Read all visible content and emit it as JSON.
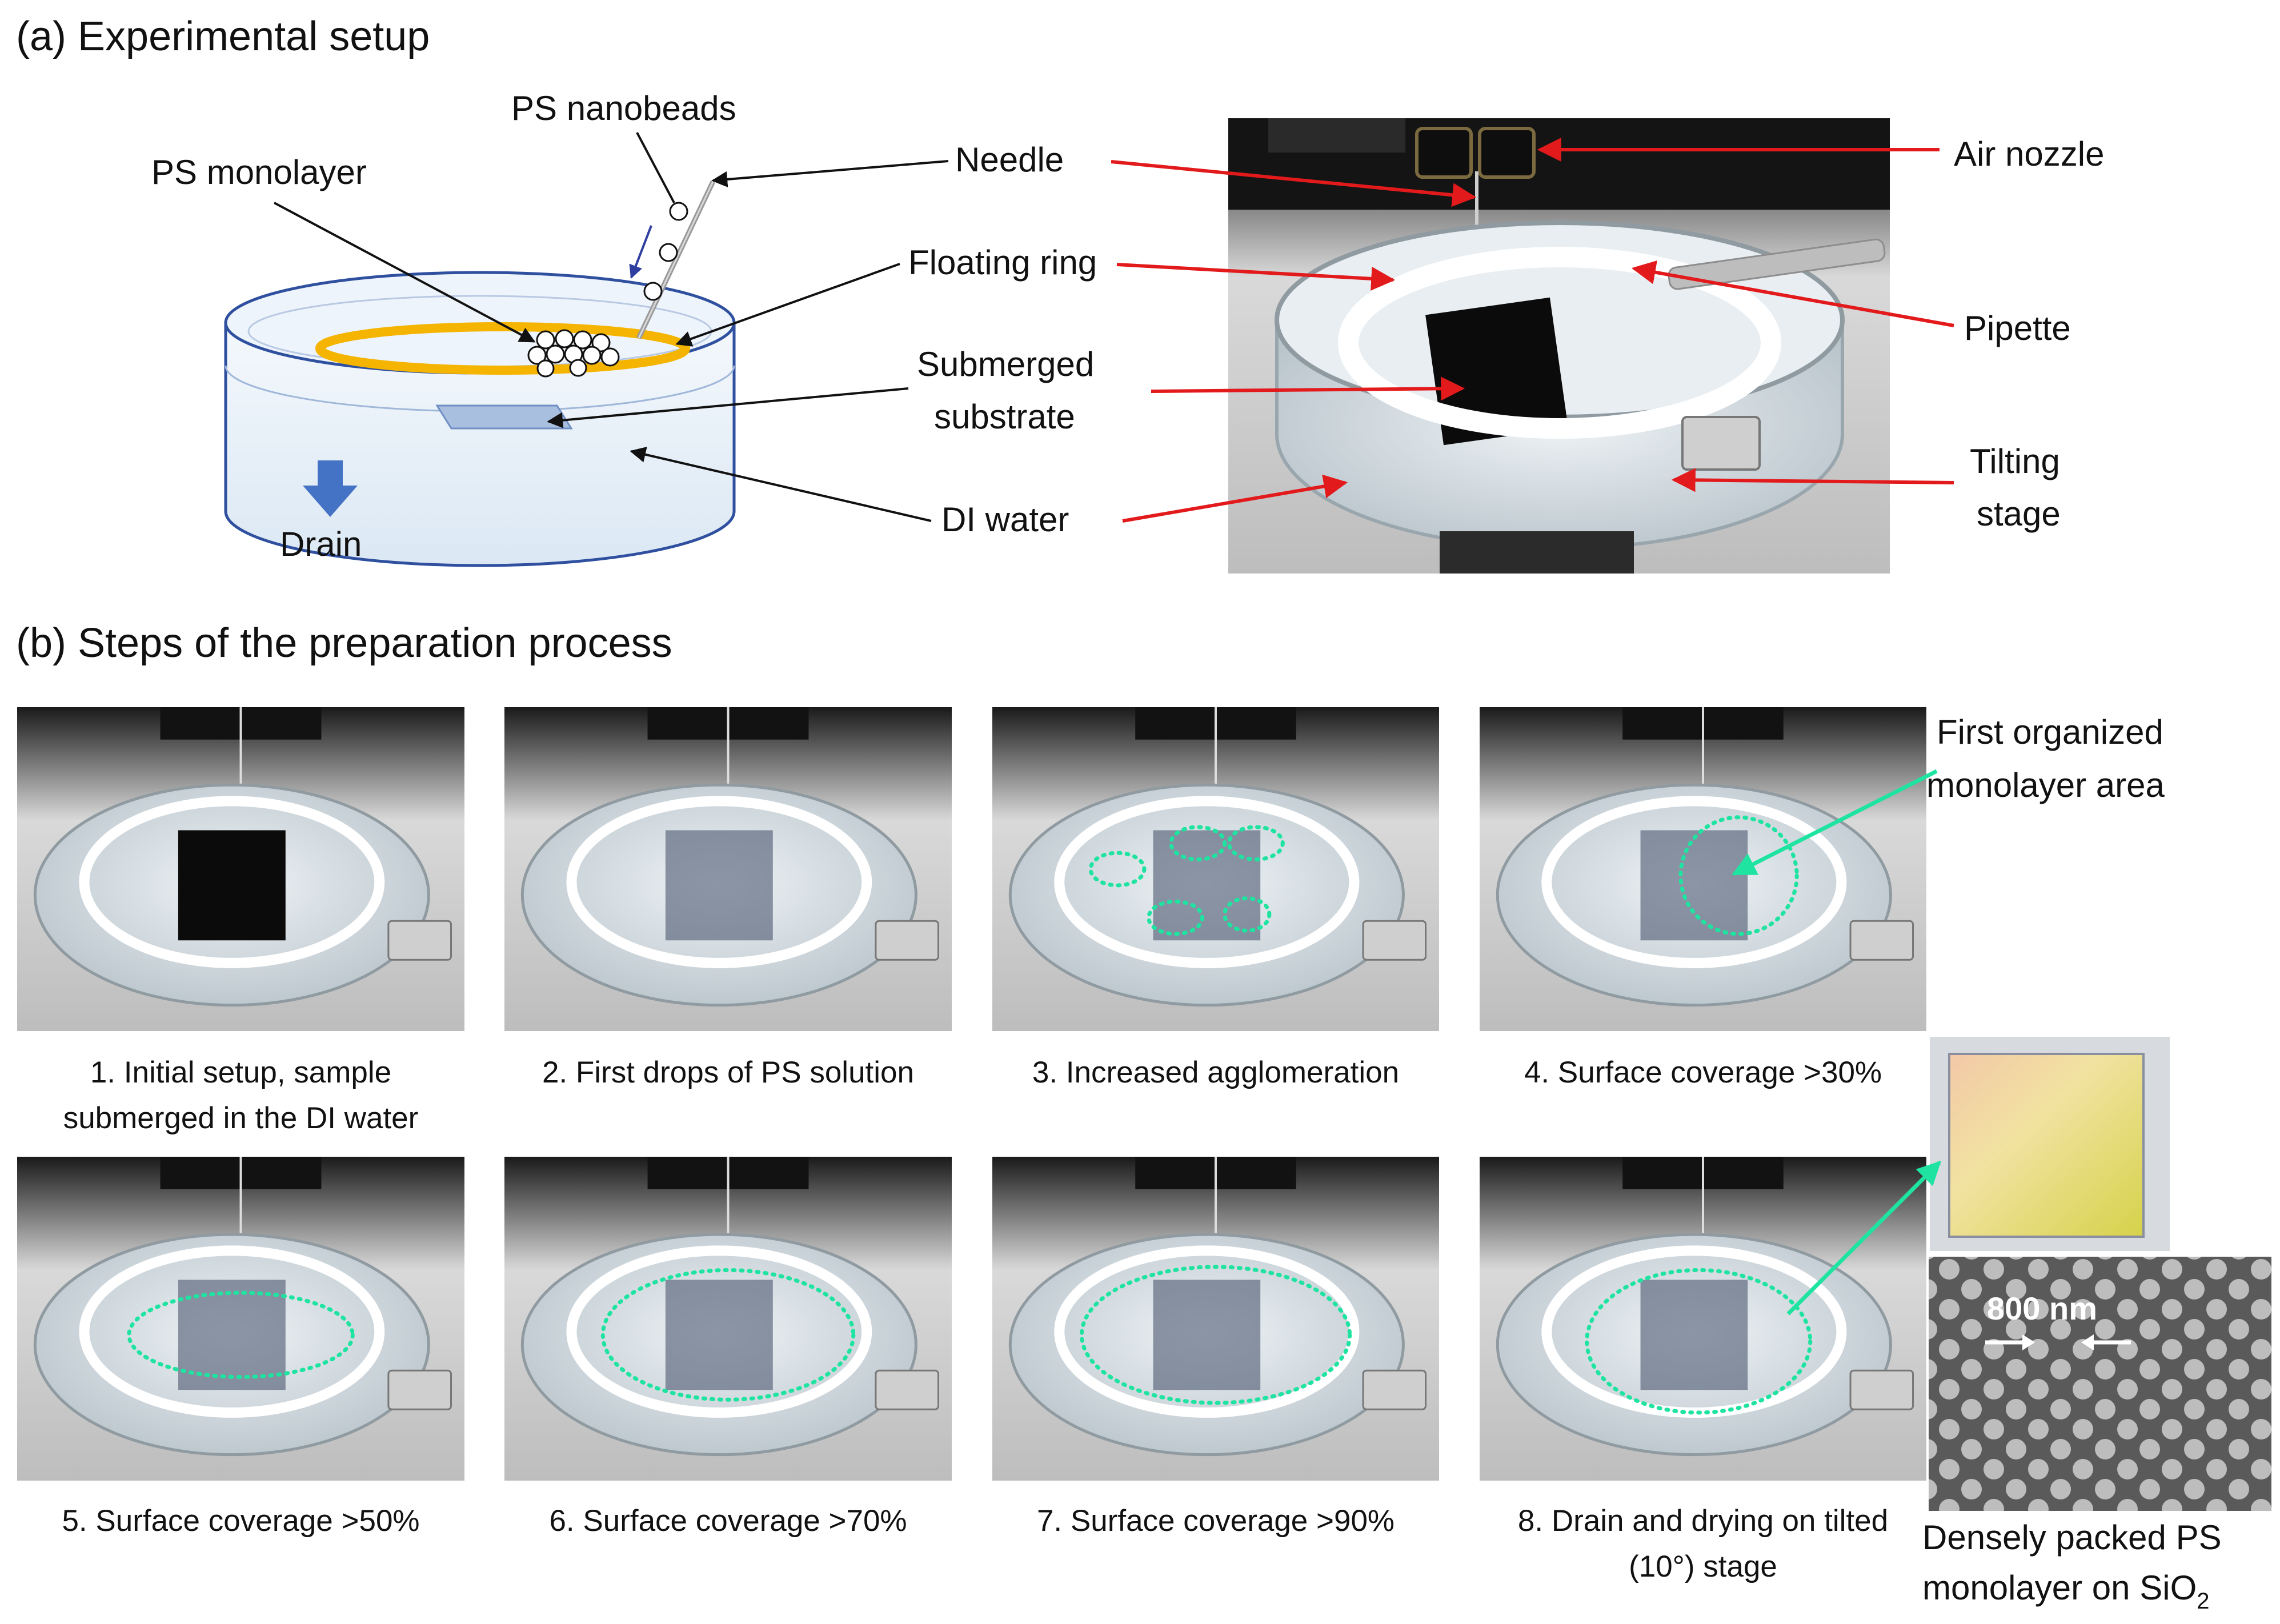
{
  "panel_a": {
    "title": "(a) Experimental setup",
    "schematic": {
      "ps_nanobeads": "PS nanobeads",
      "ps_monolayer": "PS monolayer",
      "drain": "Drain"
    },
    "labels": {
      "needle": "Needle",
      "floating_ring": "Floating ring",
      "submerged_1": "Submerged",
      "submerged_2": "substrate",
      "di_water": "DI water",
      "air_nozzle": "Air nozzle",
      "pipette": "Pipette",
      "tilting_1": "Tilting",
      "tilting_2": "stage"
    }
  },
  "panel_b": {
    "title": "(b) Steps of the preparation process",
    "steps": [
      {
        "line1": "1. Initial setup, sample",
        "line2": "submerged in the DI water"
      },
      {
        "line1": "2. First drops of PS solution",
        "line2": ""
      },
      {
        "line1": "3. Increased agglomeration",
        "line2": ""
      },
      {
        "line1": "4. Surface coverage >30%",
        "line2": ""
      },
      {
        "line1": "5. Surface coverage >50%",
        "line2": ""
      },
      {
        "line1": "6. Surface coverage >70%",
        "line2": ""
      },
      {
        "line1": "7. Surface coverage >90%",
        "line2": ""
      },
      {
        "line1": "8. Drain and drying on tilted",
        "line2": "(10°) stage"
      }
    ],
    "first_area_1": "First organized",
    "first_area_2": "monolayer area",
    "sem_scale": "800 nm",
    "result_1": "Densely packed PS",
    "result_2_main": "monolayer on SiO",
    "result_2_sub": "2"
  },
  "colors": {
    "red_arrow": "#e31a1c",
    "black_arrow": "#111111",
    "green_highlight": "#1fe3a0",
    "ring_orange": "#f4b400",
    "drain_blue": "#4472c4"
  }
}
